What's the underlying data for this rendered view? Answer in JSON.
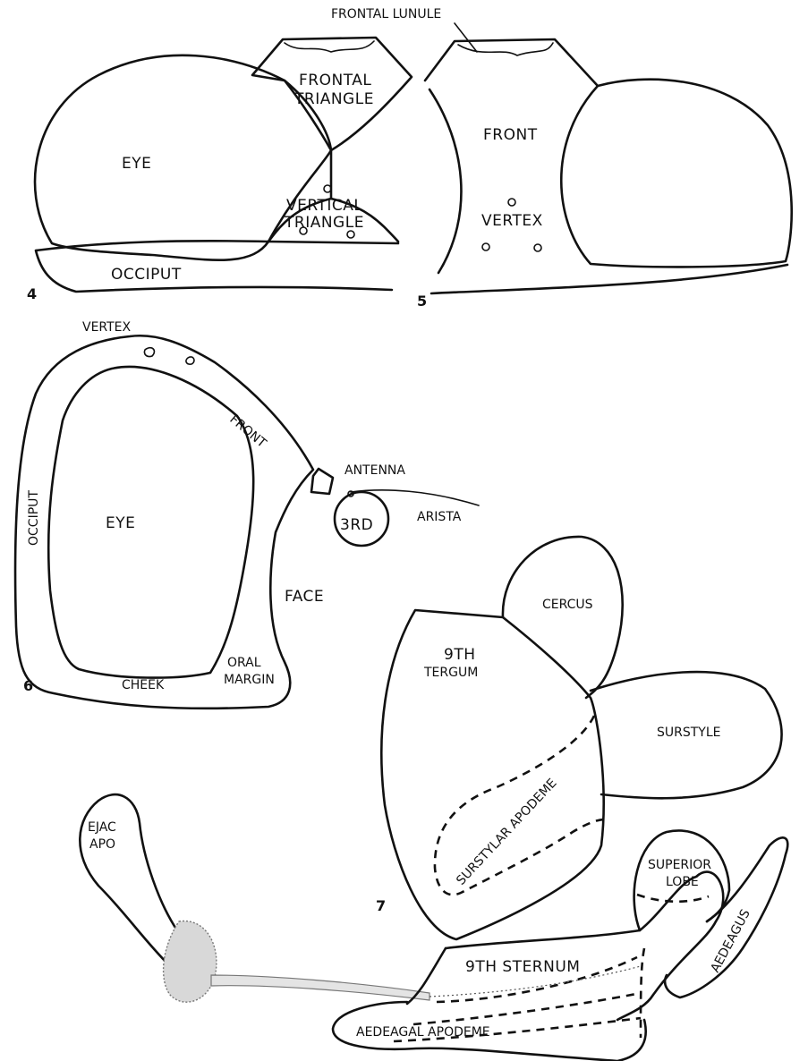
{
  "figures": {
    "fig4": {
      "number": "4",
      "eye": "EYE",
      "frontal_triangle_1": "FRONTAL",
      "frontal_triangle_2": "TRIANGLE",
      "vertical_triangle_1": "VERTICAL",
      "vertical_triangle_2": "TRIANGLE",
      "occiput": "OCCIPUT"
    },
    "fig5": {
      "number": "5",
      "frontal_lunule": "FRONTAL LUNULE",
      "front": "FRONT",
      "vertex": "VERTEX"
    },
    "fig6": {
      "number": "6",
      "vertex": "VERTEX",
      "front": "FRONT",
      "antenna": "ANTENNA",
      "arista": "ARISTA",
      "third": "3RD",
      "occiput": "OCCIPUT",
      "eye": "EYE",
      "face": "FACE",
      "cheek": "CHEEK",
      "oral_1": "ORAL",
      "oral_2": "MARGIN"
    },
    "fig7": {
      "number": "7",
      "cercus": "CERCUS",
      "tergum_1": "9TH",
      "tergum_2": "TERGUM",
      "surstyle": "SURSTYLE",
      "surstylar_apodeme": "SURSTYLAR APODEME",
      "ejac_1": "EJAC",
      "ejac_2": "APO",
      "superior_1": "SUPERIOR",
      "superior_2": "LOBE",
      "aedeagus": "AEDEAGUS",
      "sternum": "9TH STERNUM",
      "aedeagal_apodeme": "AEDEAGAL APODEME"
    }
  }
}
